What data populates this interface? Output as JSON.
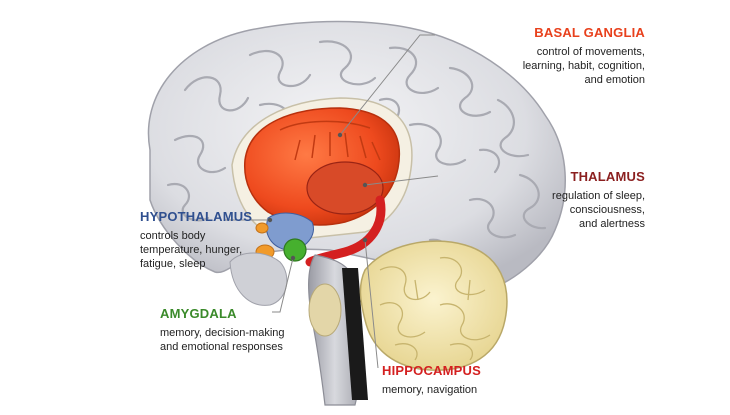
{
  "labels": {
    "basal_ganglia": {
      "title": "BASAL GANGLIA",
      "lines": [
        "control of movements,",
        "learning, habit, cognition,",
        "and emotion"
      ]
    },
    "thalamus": {
      "title": "THALAMUS",
      "lines": [
        "regulation of sleep,",
        "consciousness,",
        "and alertness"
      ]
    },
    "hypothalamus": {
      "title": "HYPOTHALAMUS",
      "lines": [
        "controls body",
        "temperature, hunger,",
        "fatigue, sleep"
      ]
    },
    "amygdala": {
      "title": "AMYGDALA",
      "lines": [
        "memory, decision-making",
        "and emotional responses"
      ]
    },
    "hippocampus": {
      "title": "HIPPOCAMPUS",
      "lines": [
        "memory, navigation"
      ]
    }
  },
  "colors": {
    "basal_ganglia": "#e8401c",
    "thalamus": "#8b1f1f",
    "hypothalamus": "#2f4f8f",
    "amygdala": "#3a8a2a",
    "hippocampus": "#d42020",
    "cortex": "#d9dadf",
    "cerebellum": "#f3e7b0"
  }
}
